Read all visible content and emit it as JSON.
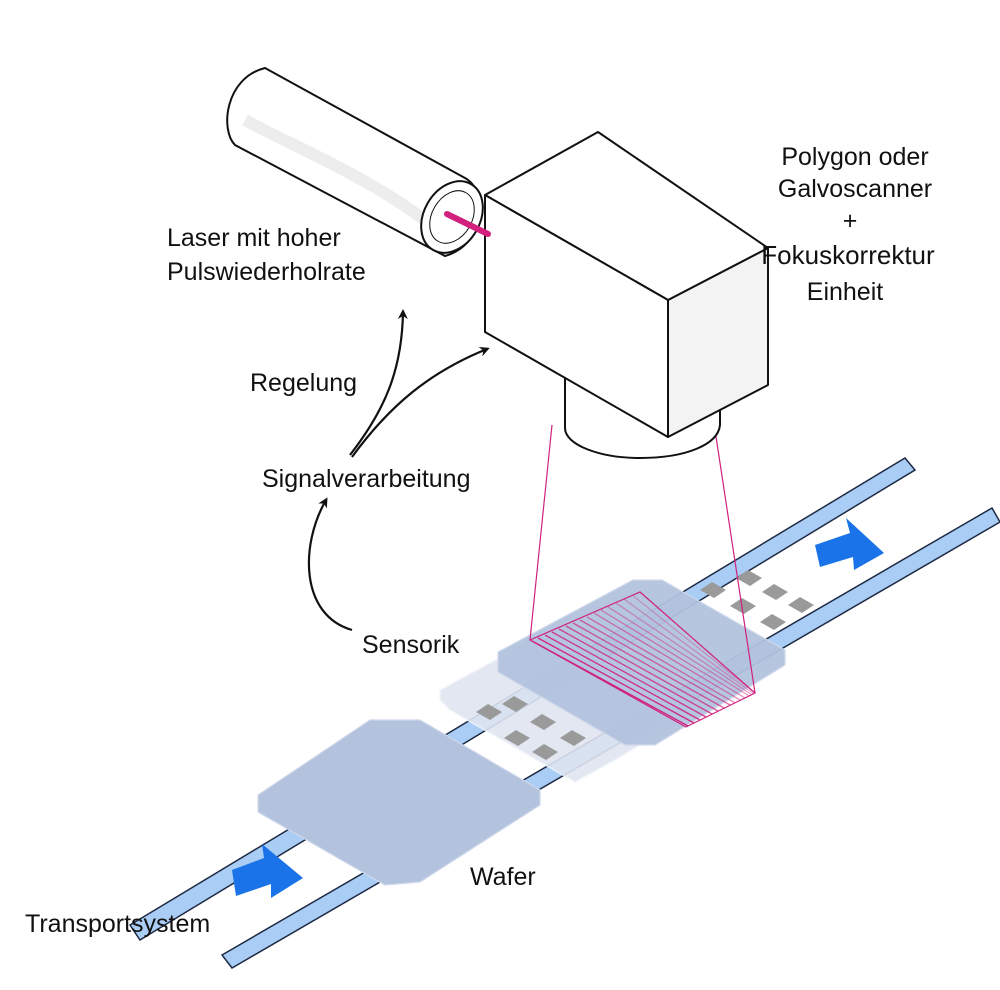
{
  "labels": {
    "laser_line1": "Laser mit hoher",
    "laser_line2": "Pulswiederholrate",
    "scanner_line1": "Polygon oder",
    "scanner_line2": "Galvoscanner",
    "scanner_plus": "+",
    "scanner_line3": "Fokuskorrektur",
    "scanner_line4": "Einheit",
    "regelung": "Regelung",
    "signalverarbeitung": "Signalverarbeitung",
    "sensorik": "Sensorik",
    "wafer": "Wafer",
    "transportsystem": "Transportsystem"
  },
  "colors": {
    "rail": "#a9cdf5",
    "rail_stroke": "#1e2a44",
    "wafer": "#b3c3de",
    "wafer_faded": "#dfe5f1",
    "direction_arrow": "#1a73e8",
    "laser_beam": "#d1207e",
    "scan_lines": "#d1207e",
    "cell": "#9a9a9a",
    "outline": "#111111"
  }
}
